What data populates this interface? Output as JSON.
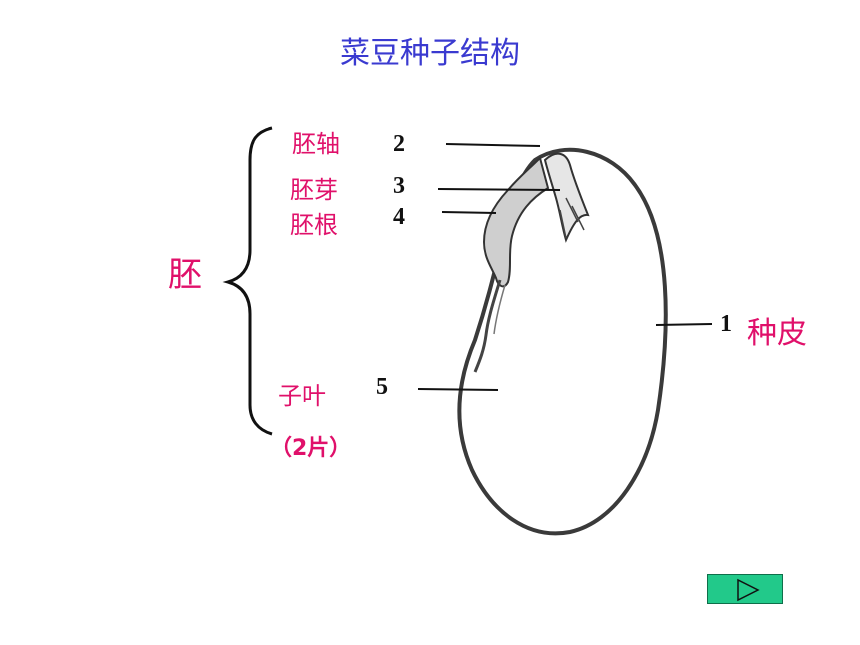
{
  "title": "菜豆种子结构",
  "embryo": {
    "label": "胚"
  },
  "parts": {
    "axis": "胚轴",
    "plumule": "胚芽",
    "radicle": "胚根",
    "cotyledon": "子叶",
    "cotyledon_count": "（2片）",
    "seed_coat": "种皮"
  },
  "numbers": {
    "n1": "1",
    "n2": "2",
    "n3": "3",
    "n4": "4",
    "n5": "5"
  },
  "colors": {
    "title": "#3a3ad0",
    "label": "#e0106a",
    "button": "#22c98a"
  },
  "controls": {
    "next_icon": "play-triangle-icon"
  }
}
